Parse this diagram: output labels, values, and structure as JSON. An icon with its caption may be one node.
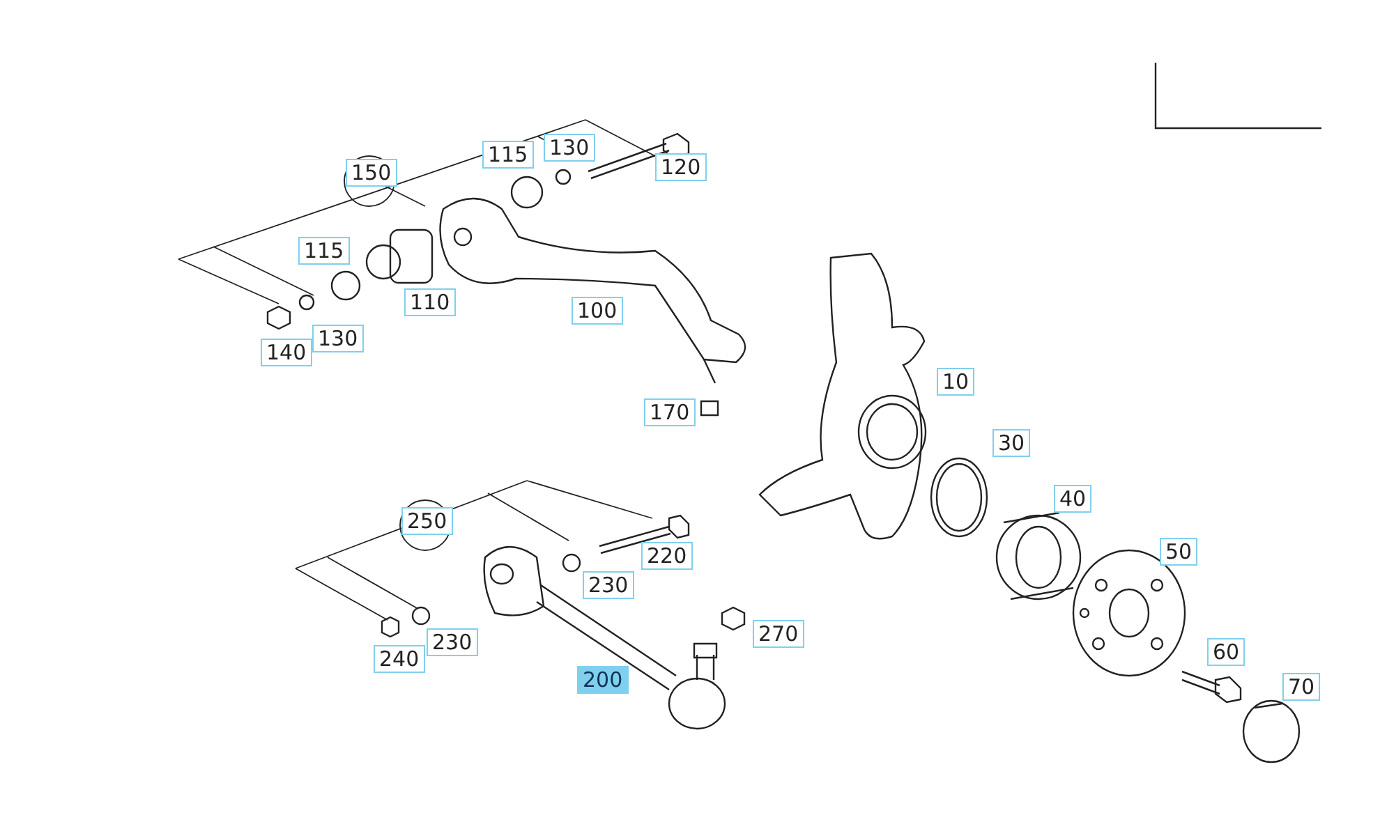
{
  "diagram": {
    "labels": [
      "130",
      "115",
      "120",
      "150",
      "115",
      "110",
      "100",
      "130",
      "140",
      "10",
      "170",
      "30",
      "40",
      "250",
      "50",
      "220",
      "230",
      "270",
      "230",
      "60",
      "240",
      "200",
      "70"
    ]
  }
}
